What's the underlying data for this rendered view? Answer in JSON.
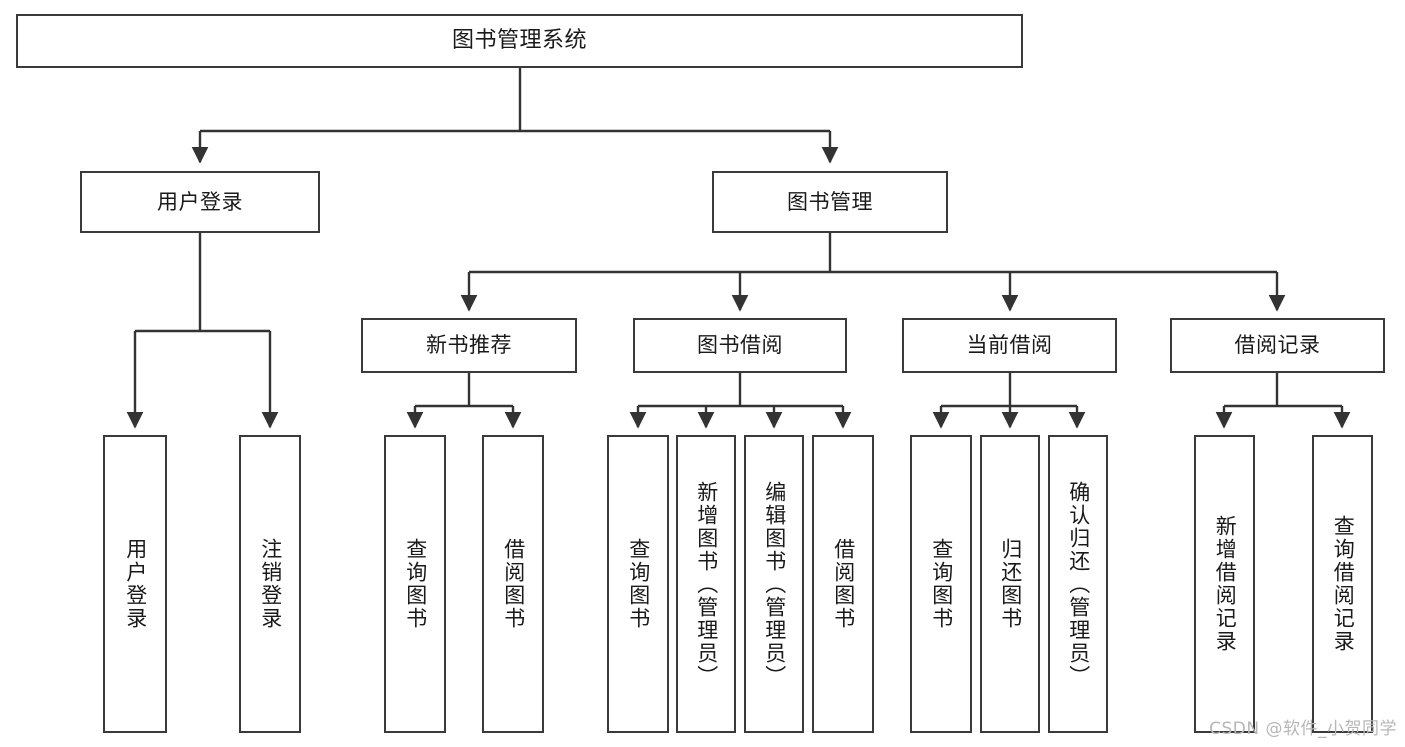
{
  "diagram": {
    "title": "图书管理系统",
    "type": "tree-hierarchy",
    "watermark": "CSDN @软件_小贺同学",
    "colors": {
      "box_border": "#3a3a3a",
      "box_fill": "#ffffff",
      "connector": "#333333",
      "text": "#1a1a1a",
      "watermark": "#b7b7b7"
    },
    "root": {
      "label": "图书管理系统"
    },
    "level1": [
      {
        "label": "用户登录"
      },
      {
        "label": "图书管理"
      }
    ],
    "level2": [
      {
        "label": "新书推荐"
      },
      {
        "label": "图书借阅"
      },
      {
        "label": "当前借阅"
      },
      {
        "label": "借阅记录"
      }
    ],
    "leaves": {
      "user_login": [
        {
          "label": "用户登录"
        },
        {
          "label": "注销登录"
        }
      ],
      "new_book_recommend": [
        {
          "label": "查询图书"
        },
        {
          "label": "借阅图书"
        }
      ],
      "book_borrow": [
        {
          "label": "查询图书"
        },
        {
          "label": "新增图书（管理员）"
        },
        {
          "label": "编辑图书（管理员）"
        },
        {
          "label": "借阅图书"
        }
      ],
      "current_borrow": [
        {
          "label": "查询图书"
        },
        {
          "label": "归还图书"
        },
        {
          "label": "确认归还（管理员）"
        }
      ],
      "borrow_record": [
        {
          "label": "新增借阅记录"
        },
        {
          "label": "查询借阅记录"
        }
      ]
    }
  }
}
